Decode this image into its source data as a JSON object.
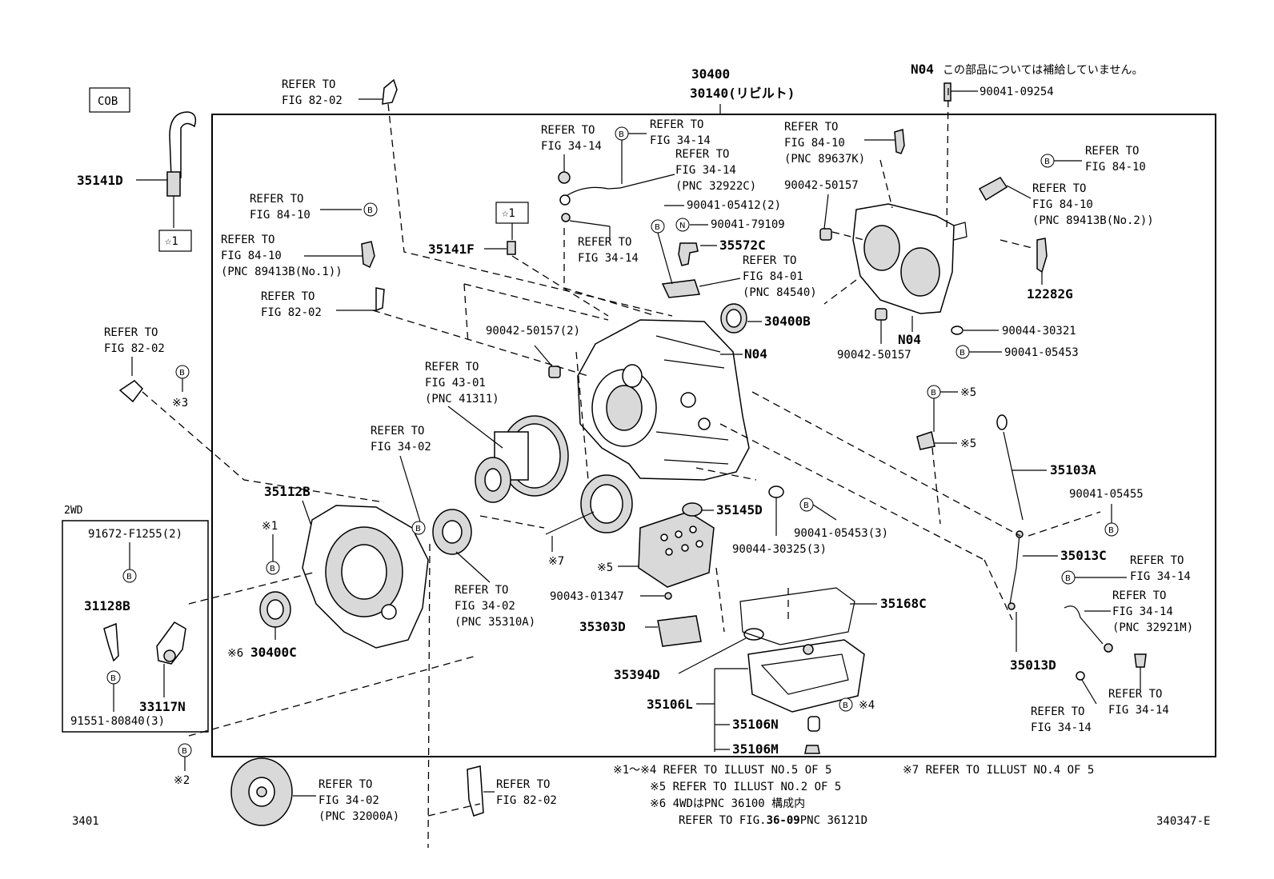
{
  "header": {
    "main_part": "30400",
    "rebuilt_part": "30140(リビルト)",
    "n04_code": "N04",
    "n04_note": "この部品については補給していません。"
  },
  "badges": {
    "cob": "COB",
    "star1": "☆1",
    "b_mark": "B",
    "n_mark": "N"
  },
  "section_2wd": {
    "title": "2WD",
    "labels": {
      "bolt_top": "91672-F1255(2)",
      "bolt_bottom": "91551-80840(3)",
      "sensor": "31128B",
      "lever": "33117N"
    }
  },
  "labels": {
    "p35141D": "35141D",
    "p35141F": "35141F",
    "p35572C": "35572C",
    "p30400B": "30400B",
    "n04_case": "N04",
    "n04_cover": "N04",
    "p12282G": "12282G",
    "p35112B": "35112B",
    "p30400C": "30400C",
    "mark6": "※6",
    "p35145D": "35145D",
    "p35103A": "35103A",
    "p35013C": "35013C",
    "p35013D": "35013D",
    "p35168C": "35168C",
    "p35303D": "35303D",
    "p35394D": "35394D",
    "p35106L": "35106L",
    "p35106N": "35106N",
    "p35106M": "35106M",
    "b90041_09254": "90041-09254",
    "b90042_50157_top": "90042-50157",
    "b90041_05412": "90041-05412(2)",
    "b90041_79109": "90041-79109",
    "b90042_50157_2": "90042-50157(2)",
    "b90042_50157_cover": "90042-50157",
    "b90044_30321": "90044-30321",
    "b90041_05453": "90041-05453",
    "b90041_05453_3": "90041-05453(3)",
    "b90044_30325_3": "90044-30325(3)",
    "b90043_01347": "90043-01347",
    "b90041_05455": "90041-05455",
    "mark3": "※3",
    "mark1": "※1",
    "mark7": "※7",
    "mark5a": "※5",
    "mark5b": "※5",
    "mark5c": "※5",
    "mark4": "※4",
    "mark2": "※2"
  },
  "refs": {
    "r_fig82_02_top": [
      "REFER TO",
      "FIG 82-02"
    ],
    "r_fig84_10_b": [
      "REFER TO",
      "FIG 84-10"
    ],
    "r_fig84_10_pnc": [
      "REFER TO",
      "FIG 84-10",
      "(PNC 89413B(No.1))"
    ],
    "r_fig82_02_mid": [
      "REFER TO",
      "FIG 82-02"
    ],
    "r_fig82_02_left": [
      "REFER TO",
      "FIG 82-02"
    ],
    "r_fig34_14_a": [
      "REFER TO",
      "FIG 34-14"
    ],
    "r_fig34_14_b": [
      "REFER TO",
      "FIG 34-14"
    ],
    "r_fig34_14_c": [
      "REFER TO",
      "FIG 34-14",
      "(PNC 32922C)"
    ],
    "r_fig34_14_d": [
      "REFER TO",
      "FIG 34-14"
    ],
    "r_fig84_10_89637": [
      "REFER TO",
      "FIG 84-10",
      "(PNC 89637K)"
    ],
    "r_fig84_10_right": [
      "REFER TO",
      "FIG 84-10"
    ],
    "r_fig84_10_no2": [
      "REFER TO",
      "FIG 84-10",
      "(PNC 89413B(No.2))"
    ],
    "r_fig84_01": [
      "REFER TO",
      "FIG 84-01",
      "(PNC 84540)"
    ],
    "r_fig43_01": [
      "REFER TO",
      "FIG 43-01",
      "(PNC 41311)"
    ],
    "r_fig34_02_top": [
      "REFER TO",
      "FIG 34-02"
    ],
    "r_fig34_02_pump": [
      "REFER TO",
      "FIG 34-02",
      "(PNC 35310A)"
    ],
    "r_fig34_02_tc": [
      "REFER TO",
      "FIG 34-02",
      "(PNC 32000A)"
    ],
    "r_fig82_02_bottom": [
      "REFER TO",
      "FIG 82-02"
    ],
    "r_fig34_14_e": [
      "REFER TO",
      "FIG 34-14"
    ],
    "r_fig34_14_f": [
      "REFER TO",
      "FIG 34-14",
      "(PNC 32921M)"
    ],
    "r_fig34_14_g": [
      "REFER TO",
      "FIG 34-14"
    ],
    "r_fig34_14_h": [
      "REFER TO",
      "FIG 34-14"
    ]
  },
  "notes": {
    "note1": "※1～※4 REFER TO ILLUST NO.5 OF 5",
    "note7": "※7 REFER TO ILLUST NO.4 OF 5",
    "note5": "※5 REFER TO ILLUST NO.2 OF 5",
    "note6": "※6 4WDはPNC 36100 構成内",
    "note6b_prefix": "REFER TO FIG.",
    "note6b_fig": "36-09",
    "note6b_suffix": "PNC 36121D"
  },
  "footer": {
    "left_code": "3401",
    "right_code": "340347-E"
  }
}
